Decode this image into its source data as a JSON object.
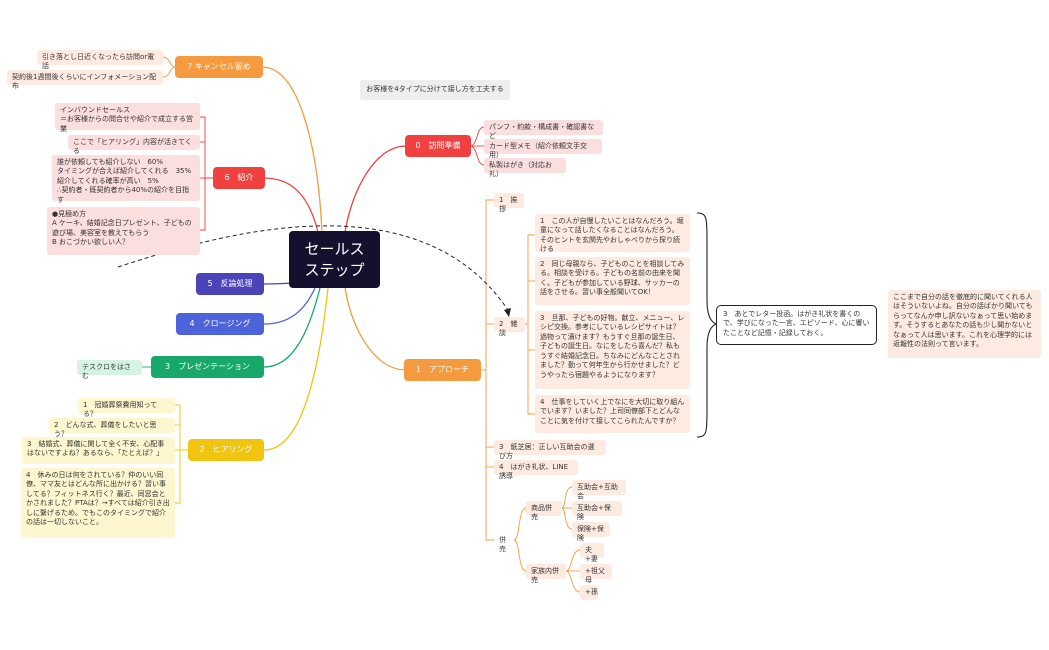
{
  "center": "セールス\nステップ",
  "banner": "お客様を4タイプに分けて接し方を工夫する",
  "colors": {
    "center": "#14102e",
    "visit_prep": "#f04040",
    "approach": "#f59a3e",
    "cancel": "#f59a3e",
    "referral": "#f04040",
    "objection": "#4b44b8",
    "closing": "#4d63d9",
    "presentation": "#17a86a",
    "hearing": "#f1c40f"
  },
  "branches": {
    "visit_prep": {
      "label": "0　訪問準備",
      "items": [
        "パンフ・約款・構成書・確認書など",
        "カード型メモ（紹介依頼文手交用）",
        "私製はがき（対応お礼）"
      ]
    },
    "approach": {
      "label": "1　アプローチ",
      "greeting": "1　挨拶",
      "chat": "2　雑談",
      "chat_items": [
        "1　この人が自慢したいことはなんだろう。堀童になって話したくなることはなんだろう。そのヒントを玄関先やおしゃべりから探り続ける",
        "2　同じ母親なら、子どものことを相談してみる。相談を受ける。子どもの名前の由来を聞く。子どもが参加している野球、サッカーの話をさせる。習い事全般聞いてOK！",
        "3　旦那、子どもの好物。献立、メニュー、レシピ交換。参考にしているレシピサイトは？過物って漬けます？もうすぐ旦那の誕生日、子どもの誕生日。なにをしたら喜んだ？私もうすぐ結婚記念日。ちなみにどんなことされました？勤って何年生から行かせました？どうやったら宿題やるようになります？",
        "4　仕事をしていく上でなにを大切に取り組んでいます？いました？上司同僚部下とどんなことに気を付けて接してこられたんですか？"
      ],
      "note3": "3　あとでレター投函。はがき礼状を書くので、学びになった一言、エピソード、心に響いたことなど記憶・記録しておく。",
      "side_note": "ここまで自分の話を徹底的に聞いてくれる人はそういないよね。自分の話ばかり聞いてもらってなんか申し訳ないなぁって思い始めます。そうするとあなたの話も少し聞かないとなぁって人は思います。これを心理学的には返報性の法則って言います。",
      "shiba": "3　紙芝居：正しい互助会の選び方",
      "postcard": "4　はがき礼状、LINE誘導",
      "dual": "併売",
      "dual_product": "商品併売",
      "dual_product_items": [
        "互助会+互助会",
        "互助会+保険",
        "保険+保険"
      ],
      "dual_family": "家族内併売",
      "dual_family_items": [
        "夫+妻",
        "+祖父母",
        "+孫"
      ]
    },
    "cancel": {
      "label": "7 キャンセル留め",
      "items": [
        "引き落とし日近くなったら訪問or電話",
        "契約後1週間後くらいにインフォメーション配布"
      ]
    },
    "referral": {
      "label": "6　紹介",
      "items": [
        "インバウンドセールス\n＝お客様からの問合せや紹介で成立する営業",
        "ここで「ヒアリング」内容が活きてくる",
        "誰が依頼しても紹介しない　60%\nタイミングが合えば紹介してくれる　35%\n紹介してくれる確率が高い　5%\n∴契約者・既契約者から40%の紹介を目指す",
        "●見極め方\nA ケーキ、結婚記念日プレゼント、子どもの遊び場、美容室を教えてもらう\nB おこづかい欲しい人？"
      ]
    },
    "objection": {
      "label": "5　反論処理"
    },
    "closing": {
      "label": "4　クロージング"
    },
    "presentation": {
      "label": "3　プレゼンテーション",
      "items": [
        "テスクロをはさむ"
      ]
    },
    "hearing": {
      "label": "2　ヒアリング",
      "items": [
        "1　冠婚葬祭費用知ってる？",
        "2　どんな式、葬儀をしたいと思う？",
        "3　結婚式、葬儀に関して全く不安、心配事はないですよね？あるなら、「たとえば？」",
        "4　休みの日は何をされている？仲のいい同僚、ママ友とはどんな所に出かける？習い事してる？フィットネス行く？最近、同窓会とかされました？PTAは？→すべては紹介引き出しに繋げるため。でもこのタイミングで紹介の話は一切しないこと。"
      ]
    }
  }
}
